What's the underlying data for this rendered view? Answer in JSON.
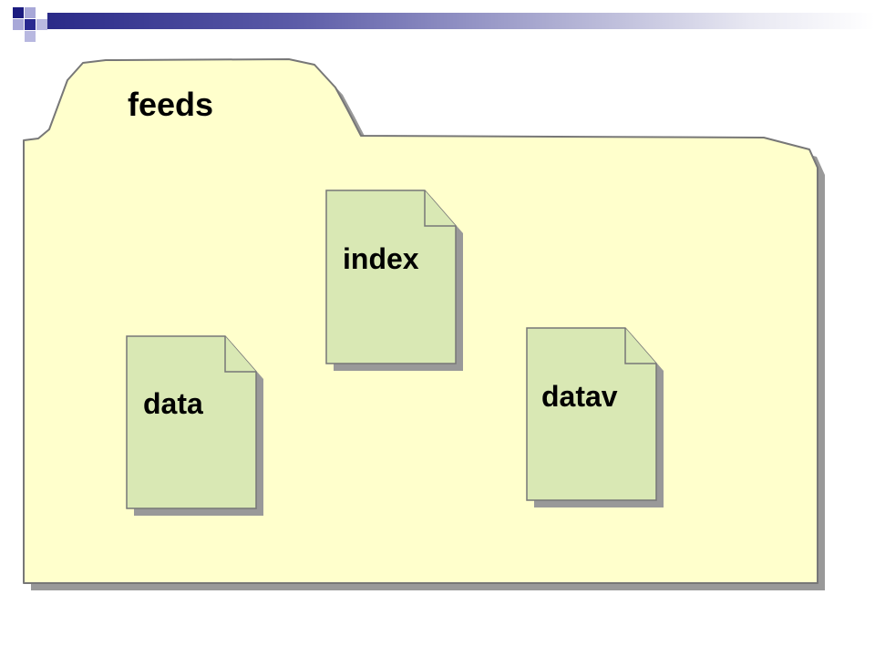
{
  "folder": {
    "title": "feeds"
  },
  "files": [
    {
      "label": "index"
    },
    {
      "label": "data"
    },
    {
      "label": "datav"
    }
  ],
  "colors": {
    "folder_fill": "#ffffcc",
    "file_fill": "#d9e8b4",
    "outline": "#777777",
    "shadow": "#999999",
    "logo_dark": "#1c1c80",
    "logo_light": "#a8a8d8"
  }
}
